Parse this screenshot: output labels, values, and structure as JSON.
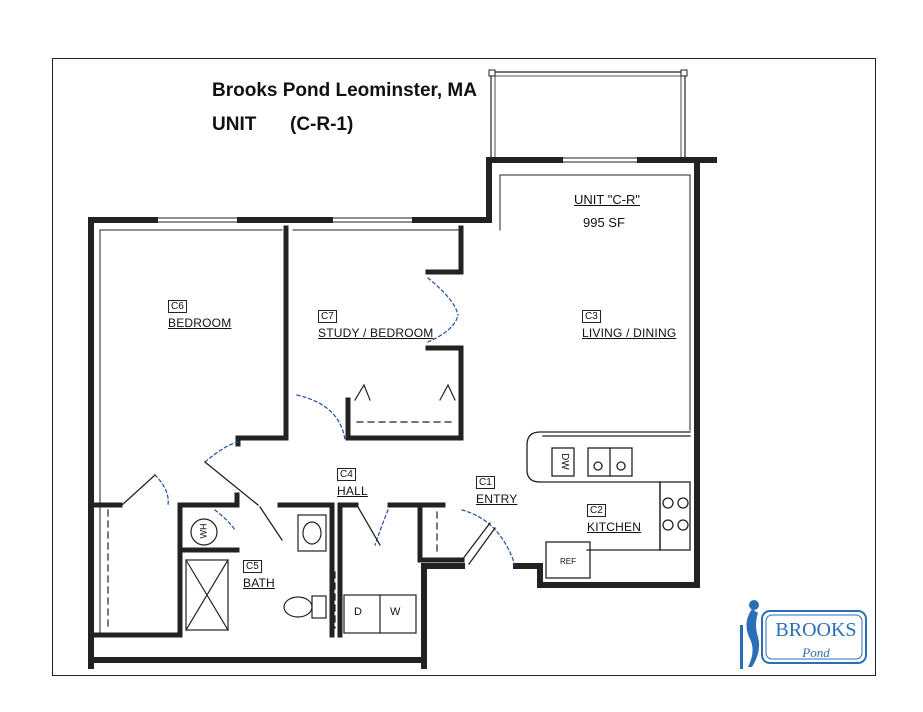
{
  "header": {
    "title": "Brooks Pond Leominster, MA",
    "unit_label": "UNIT",
    "unit_code": "(C-R-1)"
  },
  "plan": {
    "unit_name": "UNIT \"C-R\"",
    "unit_area": "995 SF",
    "rooms": [
      {
        "code": "C6",
        "name": "BEDROOM"
      },
      {
        "code": "C7",
        "name": "STUDY / BEDROOM"
      },
      {
        "code": "C3",
        "name": "LIVING / DINING"
      },
      {
        "code": "C4",
        "name": "HALL"
      },
      {
        "code": "C1",
        "name": "ENTRY"
      },
      {
        "code": "C2",
        "name": "KITCHEN"
      },
      {
        "code": "C5",
        "name": "BATH"
      }
    ],
    "fixtures": {
      "dishwasher": "DW",
      "refrigerator": "REF",
      "water_heater": "WH",
      "dryer": "D",
      "washer": "W"
    }
  },
  "logo": {
    "brand_line1": "BROOKS",
    "brand_line2": "Pond",
    "colors": {
      "brand": "#2a6fb5"
    }
  }
}
